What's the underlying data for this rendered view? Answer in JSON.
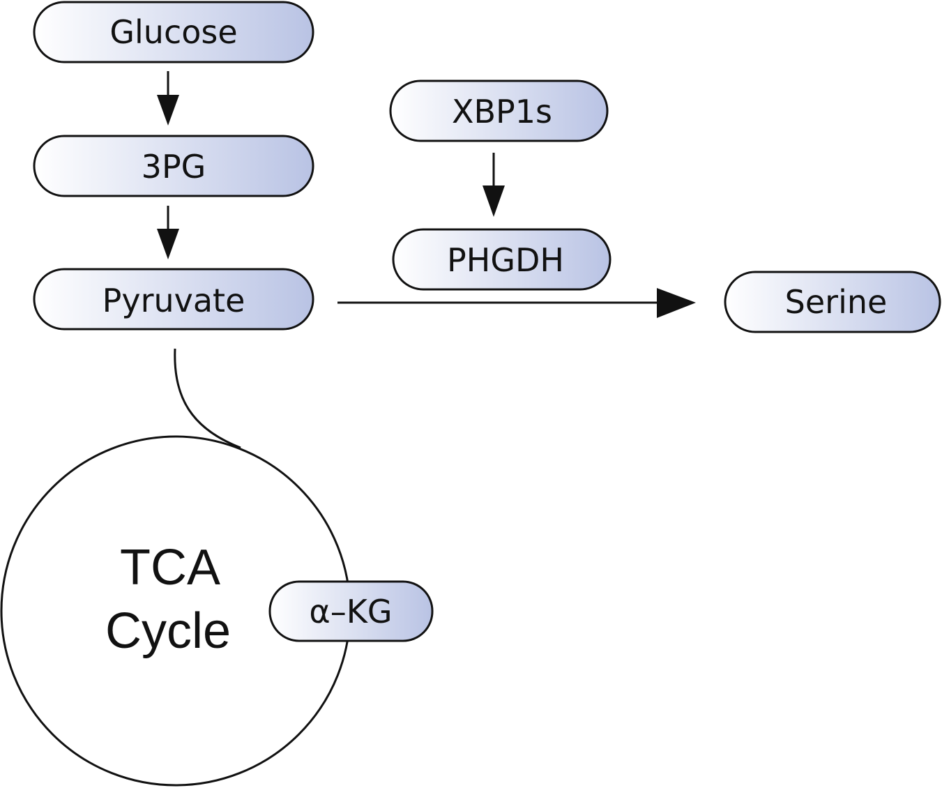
{
  "nodes": {
    "glucose": "Glucose",
    "pg3": "3PG",
    "pyruvate": "Pyruvate",
    "xbp1s": "XBP1s",
    "phgdh": "PHGDH",
    "serine": "Serine",
    "akg": "α–KG"
  },
  "cycle": {
    "line1": "TCA",
    "line2": "Cycle"
  },
  "colors": {
    "pill_gradient_start": "#ffffff",
    "pill_gradient_end": "#b9c3e4",
    "stroke": "#111111"
  }
}
